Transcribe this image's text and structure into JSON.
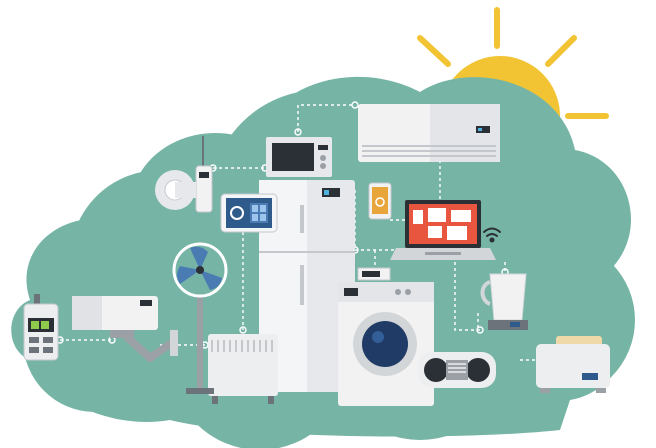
{
  "palette": {
    "cloud": "#76b5a6",
    "sun": "#f2c434",
    "appliance_white": "#f2f2f2",
    "appliance_grey": "#d3d6d9",
    "dark": "#2b2f36",
    "screen_blue": "#2f5a8c",
    "accent_orange": "#e8563f",
    "connector": "#ffffff"
  },
  "scene": {
    "elements": [
      {
        "id": "sun",
        "icon": "sun-icon"
      },
      {
        "id": "cloud",
        "icon": "cloud-shape"
      },
      {
        "id": "air-conditioner",
        "icon": "air-conditioner-icon"
      },
      {
        "id": "microwave",
        "icon": "microwave-icon"
      },
      {
        "id": "refrigerator",
        "icon": "refrigerator-icon"
      },
      {
        "id": "tablet",
        "icon": "tablet-icon"
      },
      {
        "id": "smartphone",
        "icon": "smartphone-icon"
      },
      {
        "id": "laptop",
        "icon": "laptop-icon"
      },
      {
        "id": "wifi-signal",
        "icon": "wifi-icon"
      },
      {
        "id": "kettle",
        "icon": "kettle-icon"
      },
      {
        "id": "toaster",
        "icon": "toaster-icon"
      },
      {
        "id": "washing-machine",
        "icon": "washing-machine-icon"
      },
      {
        "id": "radio",
        "icon": "radio-icon"
      },
      {
        "id": "heater",
        "icon": "heater-icon"
      },
      {
        "id": "fan",
        "icon": "fan-icon"
      },
      {
        "id": "security-camera",
        "icon": "camera-icon"
      },
      {
        "id": "smoke-detector",
        "icon": "smoke-detector-icon"
      },
      {
        "id": "walkie-talkie",
        "icon": "walkie-talkie-icon"
      }
    ]
  }
}
